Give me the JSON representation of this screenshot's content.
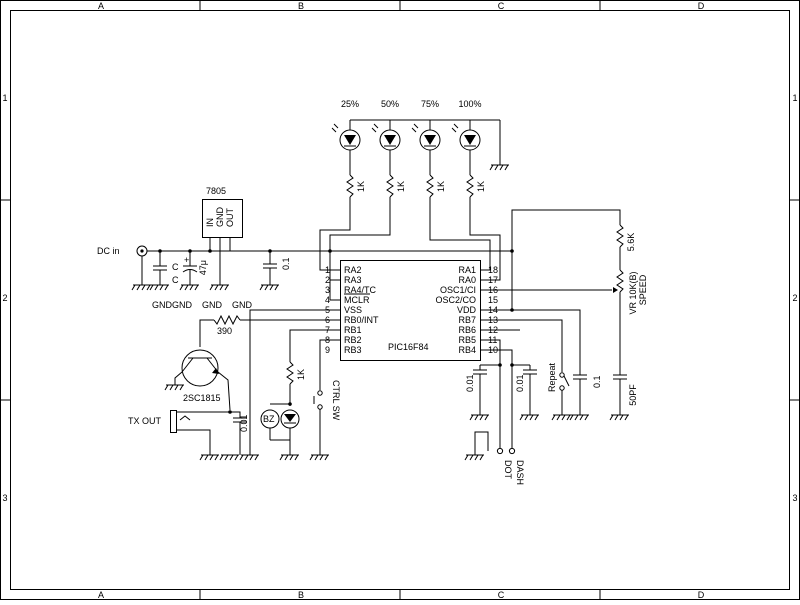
{
  "frame": {
    "cols": [
      "A",
      "B",
      "C",
      "D"
    ],
    "rows": [
      "1",
      "2",
      "3"
    ]
  },
  "regulator": {
    "name": "7805",
    "pins": [
      "IN",
      "GND",
      "OUT"
    ]
  },
  "mcu": {
    "name": "PIC16F84",
    "left_pins": [
      {
        "num": "1",
        "label": "RA2"
      },
      {
        "num": "2",
        "label": "RA3"
      },
      {
        "num": "3",
        "label": "RA4/TC"
      },
      {
        "num": "4",
        "label": "MCLR"
      },
      {
        "num": "5",
        "label": "VSS"
      },
      {
        "num": "6",
        "label": "RB0/INT"
      },
      {
        "num": "7",
        "label": "RB1"
      },
      {
        "num": "8",
        "label": "RB2"
      },
      {
        "num": "9",
        "label": "RB3"
      }
    ],
    "right_pins": [
      {
        "num": "18",
        "label": "RA1"
      },
      {
        "num": "17",
        "label": "RA0"
      },
      {
        "num": "16",
        "label": "OSC1/CI"
      },
      {
        "num": "15",
        "label": "OSC2/CO"
      },
      {
        "num": "14",
        "label": "VDD"
      },
      {
        "num": "13",
        "label": "RB7"
      },
      {
        "num": "12",
        "label": "RB6"
      },
      {
        "num": "11",
        "label": "RB5"
      },
      {
        "num": "10",
        "label": "RB4"
      }
    ]
  },
  "leds": {
    "percent": [
      "25%",
      "50%",
      "75%",
      "100%"
    ],
    "resistor": "1K"
  },
  "labels": {
    "dc_in": "DC in",
    "cap_c1": "C",
    "cap_c2": "C",
    "cap_47u": "47μ",
    "cap_01a": "0.1",
    "gnd1": "GND",
    "gnd2": "GND",
    "gnd3": "GND",
    "gnd4": "GND",
    "r390": "390",
    "transistor": "2SC1815",
    "tx_out": "TX OUT",
    "cap_001a": "0.01",
    "r1k_bz": "1K",
    "bz": "BZ",
    "ctrl_sw": "CTRL SW",
    "cap_001b": "0.01",
    "cap_001c": "0.01",
    "repeat": "Repeat",
    "cap_01b": "0.1",
    "r56k": "5.6K",
    "vr": "VR 10K(B)",
    "speed": "SPEED",
    "cap_50pf": "50PF",
    "dot": "DOT",
    "dash": "DASH"
  }
}
